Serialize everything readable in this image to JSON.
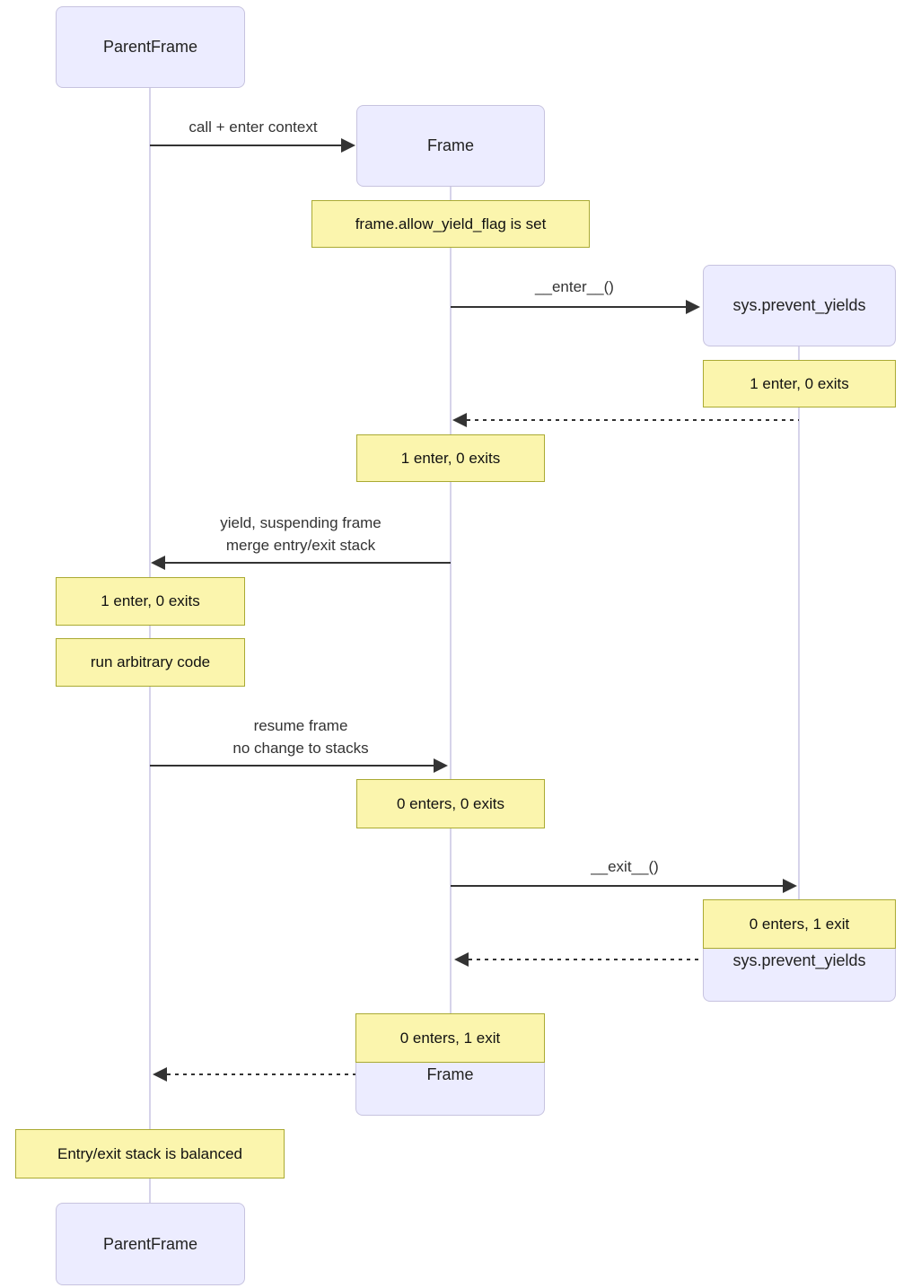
{
  "colors": {
    "actor_fill": "#ECECFF",
    "actor_border": "#C7C3DF",
    "note_fill": "#FBF5AD",
    "note_border": "#AAAA33",
    "lifeline": "#D6D3EA",
    "arrow": "#333333"
  },
  "participants": [
    {
      "label": "ParentFrame"
    },
    {
      "label": "Frame"
    },
    {
      "label": "sys.prevent_yields"
    }
  ],
  "messages": [
    {
      "label": "call + enter context",
      "type": "solid",
      "from": "ParentFrame",
      "to": "Frame"
    },
    {
      "label": "__enter__()",
      "type": "solid",
      "from": "Frame",
      "to": "sys.prevent_yields"
    },
    {
      "label": "yield, suspending frame\nmerge entry/exit stack",
      "type": "solid",
      "from": "Frame",
      "to": "ParentFrame"
    },
    {
      "label": "resume frame\nno change to stacks",
      "type": "solid",
      "from": "ParentFrame",
      "to": "Frame"
    },
    {
      "label": "__exit__()",
      "type": "solid",
      "from": "Frame",
      "to": "sys.prevent_yields"
    },
    {
      "label": "",
      "type": "reply",
      "from": "sys.prevent_yields",
      "to": "Frame"
    },
    {
      "label": "",
      "type": "reply",
      "from": "sys.prevent_yields",
      "to": "Frame"
    },
    {
      "label": "",
      "type": "reply",
      "from": "Frame",
      "to": "ParentFrame"
    }
  ],
  "notes": [
    "frame.allow_yield_flag is set",
    "1 enter, 0 exits",
    "1 enter, 0 exits",
    "1 enter, 0 exits",
    "run arbitrary code",
    "0 enters, 0 exits",
    "0 enters, 1 exit",
    "0 enters, 1 exit",
    "Entry/exit stack is balanced"
  ]
}
